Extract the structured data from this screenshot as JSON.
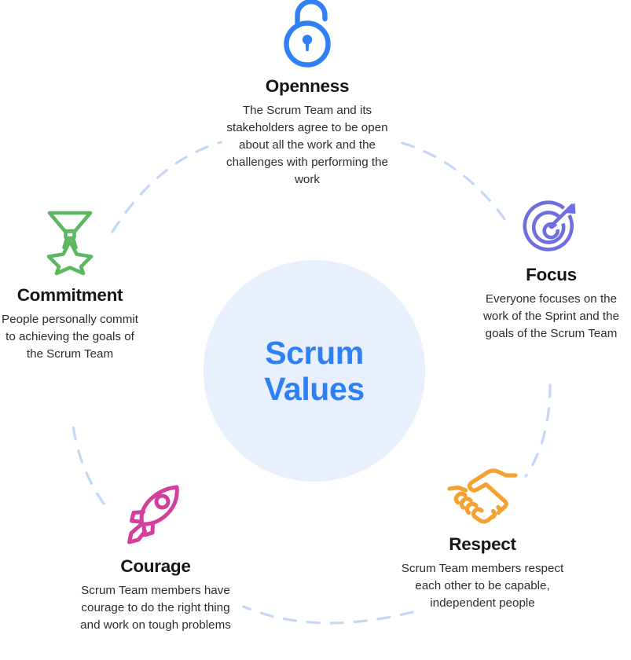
{
  "center": {
    "title_line1": "Scrum",
    "title_line2": "Values",
    "color": "#2f80f5",
    "background": "#e8f0fd"
  },
  "connectors": {
    "style": "dashed-arc",
    "color": "#c3d7f6"
  },
  "values": [
    {
      "id": "openness",
      "title": "Openness",
      "description": "The Scrum Team and its stakeholders agree to be open about all the work and the challenges with performing the work",
      "icon": "open-padlock-icon",
      "color": "#2f80f5"
    },
    {
      "id": "focus",
      "title": "Focus",
      "description": "Everyone focuses on the work of the Sprint and the goals of the Scrum Team",
      "icon": "target-arrow-icon",
      "color": "#6e6ee0"
    },
    {
      "id": "respect",
      "title": "Respect",
      "description": "Scrum Team members respect each other to be capable, independent people",
      "icon": "handshake-icon",
      "color": "#f5a130"
    },
    {
      "id": "courage",
      "title": "Courage",
      "description": "Scrum Team members have courage to do the right thing and work on tough problems",
      "icon": "rocket-icon",
      "color": "#d43f9d"
    },
    {
      "id": "commitment",
      "title": "Commitment",
      "description": "People personally commit to achieving the goals of the Scrum Team",
      "icon": "medal-star-icon",
      "color": "#5cb860"
    }
  ],
  "chart_data": {
    "type": "diagram",
    "layout": "radial-cycle",
    "title": "Scrum Values",
    "node_count": 5,
    "nodes": [
      "Openness",
      "Focus",
      "Respect",
      "Courage",
      "Commitment"
    ],
    "edges": [
      [
        "Commitment",
        "Openness"
      ],
      [
        "Openness",
        "Focus"
      ],
      [
        "Focus",
        "Respect"
      ],
      [
        "Respect",
        "Courage"
      ],
      [
        "Courage",
        "Commitment"
      ]
    ]
  }
}
